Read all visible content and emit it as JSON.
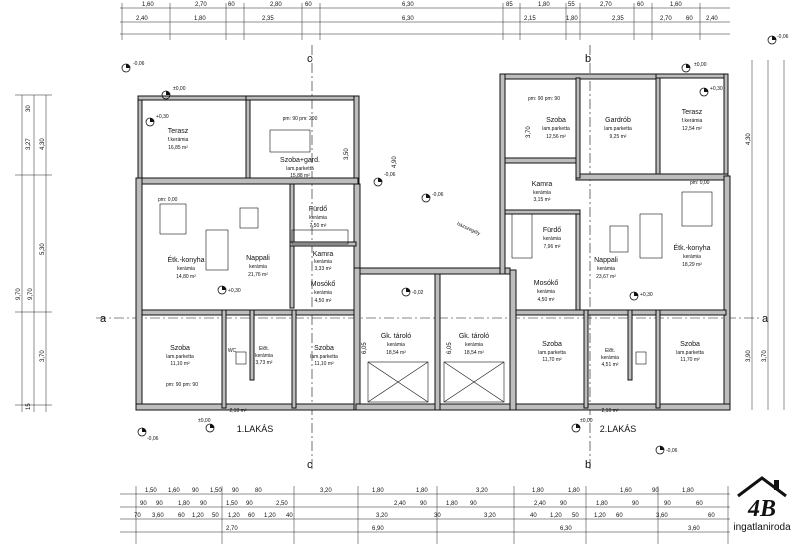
{
  "rooms": {
    "terasz_1": {
      "name": "Terasz",
      "finish": "f.kerámia",
      "area": "16,85 m²"
    },
    "szoba_garde": {
      "name": "Szoba+gard.",
      "finish": "lam.parketta",
      "area": "15,88 m²"
    },
    "furdo_1": {
      "name": "Fürdő",
      "finish": "kerámia",
      "area": "7,50 m²"
    },
    "etk_konyha_1": {
      "name": "Étk.-konyha",
      "finish": "kerámia",
      "area": "14,80 m²"
    },
    "kamra_1": {
      "name": "Kamra",
      "finish": "kerámia",
      "area": "3,33 m²"
    },
    "nappali_1": {
      "name": "Nappali",
      "finish": "kerámia",
      "area": "21,76 m²"
    },
    "mosoko_1": {
      "name": "Mosókő",
      "finish": "kerámia",
      "area": "4,50 m²"
    },
    "szoba_1a": {
      "name": "Szoba",
      "finish": "lam.parketta",
      "area": "11,10 m²"
    },
    "wc_1": {
      "name": "WC",
      "finish": "",
      "area": ""
    },
    "elo_1": {
      "name": "Előt.",
      "finish": "kerámia",
      "area": "3,73 m²"
    },
    "szoba_1b": {
      "name": "Szoba",
      "finish": "lam.parketta",
      "area": "11,10 m²"
    },
    "gk_1": {
      "name": "Gk. tároló",
      "finish": "kerámia",
      "area": "18,54 m²"
    },
    "gk_2": {
      "name": "Gk. tároló",
      "finish": "kerámia",
      "area": "18,54 m²"
    },
    "szoba_2a": {
      "name": "Szoba",
      "finish": "lam.parketta",
      "area": "12,56 m²"
    },
    "gardrob": {
      "name": "Gardrób",
      "finish": "lam.parketta",
      "area": "9,25 m²"
    },
    "terasz_2": {
      "name": "Terasz",
      "finish": "f.kerámia",
      "area": "12,54 m²"
    },
    "kamra_2": {
      "name": "Kamra",
      "finish": "kerámia",
      "area": "3,15 m²"
    },
    "furdo_2": {
      "name": "Fürdő",
      "finish": "kerámia",
      "area": "7,96 m²"
    },
    "nappali_2": {
      "name": "Nappali",
      "finish": "kerámia",
      "area": "23,67 m²"
    },
    "etk_konyha_2": {
      "name": "Étk.-konyha",
      "finish": "kerámia",
      "area": "18,29 m²"
    },
    "mosoko_2": {
      "name": "Mosókő",
      "finish": "kerámia",
      "area": "4,50 m²"
    },
    "szoba_2b": {
      "name": "Szoba",
      "finish": "lam.parketta",
      "area": "11,70 m²"
    },
    "elo_2": {
      "name": "Előt.",
      "finish": "kerámia",
      "area": "4,51 m²"
    },
    "szoba_2c": {
      "name": "Szoba",
      "finish": "lam.parketta",
      "area": "11,70 m²"
    },
    "ht_1": {
      "area": "2,10 m²"
    },
    "ht_2": {
      "area": "2,10 m²"
    }
  },
  "unit_labels": {
    "unit1": "1.LAKÁS",
    "unit2": "2.LAKÁS"
  },
  "hazszegely": "házszegély",
  "section_labels": {
    "a": "a",
    "b": "b",
    "c": "c"
  },
  "levels": {
    "m006": "-0,06",
    "p000": "±0,00",
    "p030": "+0,30",
    "m002": "-0,02"
  },
  "window_tags": {
    "pm90_200": "pm: 90 pm: 200",
    "pm90_90": "pm: 90 pm: 90",
    "pm90_90b": "pm: 90 pm: 90",
    "pm000": "pm: 0,00",
    "pm000_2": "pm: 0,00"
  },
  "dims": {
    "top1": [
      "1,60",
      "2,70",
      "60",
      "2,80",
      "60",
      "6,30",
      "85",
      "1,80",
      "55",
      "2,70",
      "60",
      "1,60"
    ],
    "top2": [
      "2,40",
      "1,80",
      "2,35",
      "6,30",
      "2,15",
      "1,80",
      "2,35",
      "2,70",
      "60",
      "2,40"
    ],
    "bottom1": [
      "1,50",
      "1,60",
      "90",
      "1,50",
      "90",
      "80",
      "3,20",
      "1,80",
      "1,80",
      "3,20",
      "1,80",
      "1,80",
      "1,60",
      "90",
      "1,80"
    ],
    "bottom2": [
      "90",
      "90",
      "1,80",
      "90",
      "1,50",
      "90",
      "2,50",
      "2,40",
      "90",
      "1,80",
      "90",
      "2,40",
      "90",
      "1,80",
      "90",
      "90",
      "60"
    ],
    "bottom3": [
      "70",
      "3,60",
      "60",
      "1,20",
      "50",
      "1,20",
      "60",
      "1,20",
      "40",
      "3,20",
      "30",
      "3,20",
      "40",
      "1,20",
      "50",
      "1,20",
      "60",
      "3,60",
      "60"
    ],
    "bottom4": [
      "2,70",
      "6,90",
      "6,30",
      "3,60"
    ],
    "left": [
      "30",
      "3,27",
      "4,30",
      "9,70",
      "9,70",
      "5,30",
      "3,70",
      "15"
    ],
    "right": [
      "4,30",
      "3,90",
      "3,70"
    ],
    "middle": [
      "3,70",
      "4,90",
      "3,50",
      "6,05",
      "6,05"
    ]
  },
  "logo": {
    "mark": "4B",
    "text": "ingatlaniroda"
  },
  "colors": {
    "wall": "#bdbdbd",
    "ink": "#111111",
    "furniture": "#333333"
  }
}
